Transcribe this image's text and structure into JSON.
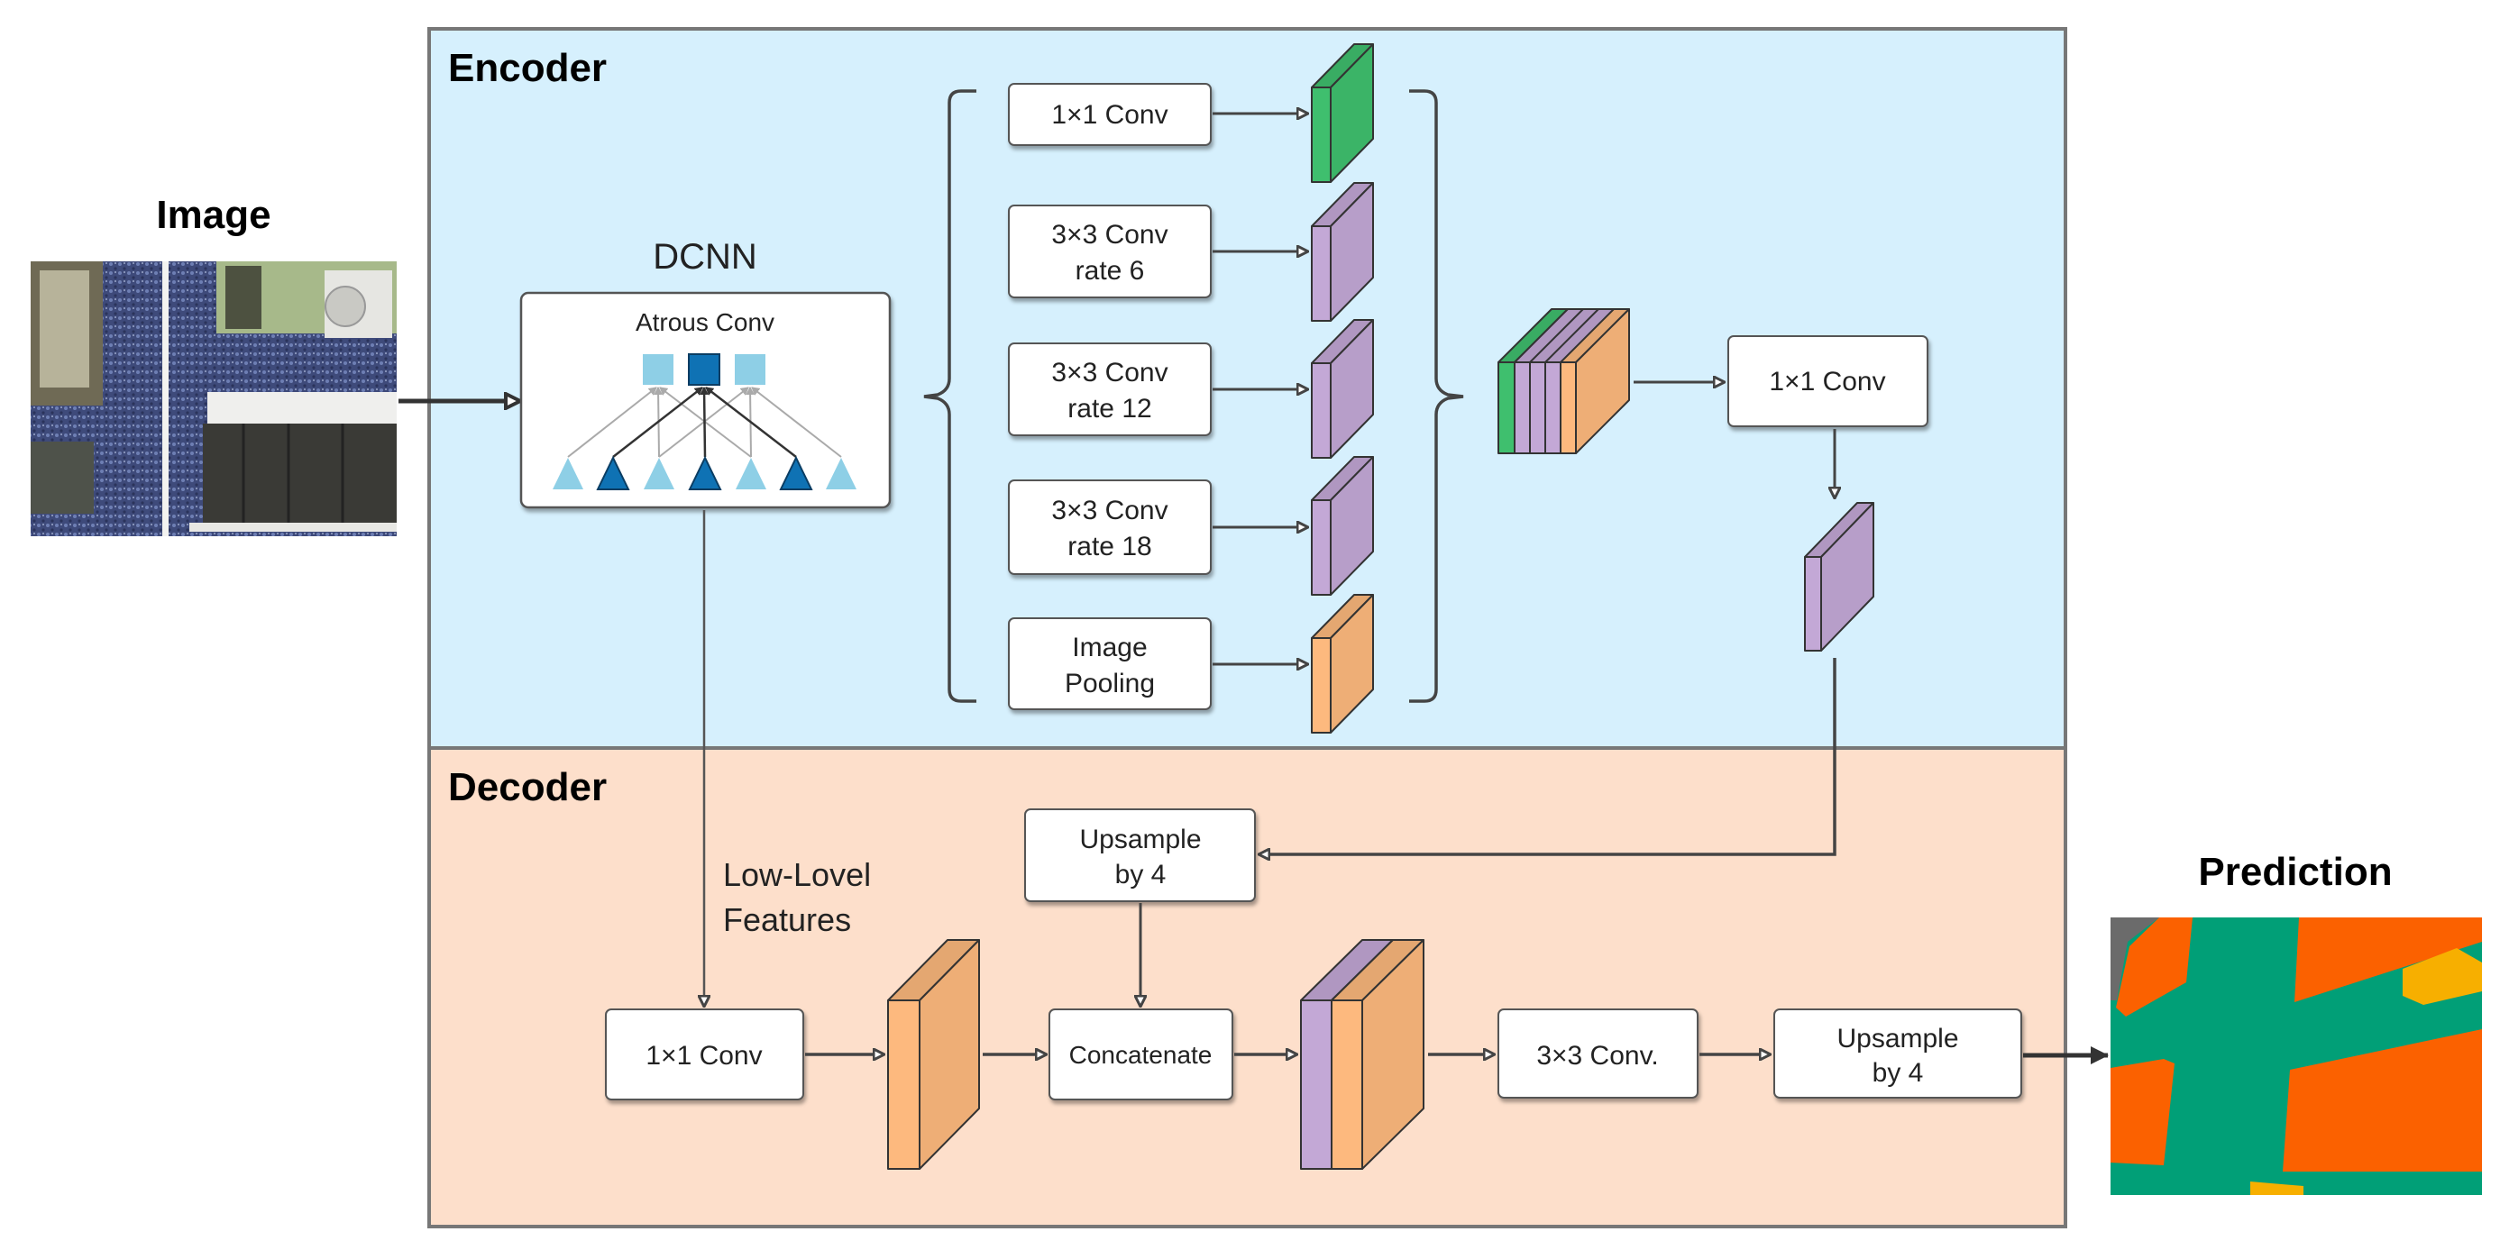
{
  "figure": {
    "input_title": "Image",
    "output_title": "Prediction",
    "encoder": {
      "label": "Encoder",
      "backbone_title": "DCNN",
      "backbone_inner": "Atrous Conv",
      "aspp_branches": [
        {
          "line1": "1×1 Conv",
          "line2": "",
          "feature_color": "green"
        },
        {
          "line1": "3×3 Conv",
          "line2": "rate 6",
          "feature_color": "purple"
        },
        {
          "line1": "3×3 Conv",
          "line2": "rate 12",
          "feature_color": "purple"
        },
        {
          "line1": "3×3 Conv",
          "line2": "rate 18",
          "feature_color": "purple"
        },
        {
          "line1": "Image",
          "line2": "Pooling",
          "feature_color": "orange"
        }
      ],
      "fuse_conv": "1×1 Conv"
    },
    "decoder": {
      "label": "Decoder",
      "low_level_line1": "Low-Lovel",
      "low_level_line2": "Features",
      "low_level_conv": "1×1 Conv",
      "upsample_a_line1": "Upsample",
      "upsample_a_line2": "by 4",
      "concat": "Concatenate",
      "conv3": "3×3 Conv.",
      "upsample_b_line1": "Upsample",
      "upsample_b_line2": "by 4"
    }
  },
  "colors": {
    "encoder_bg": "#d6f0fd",
    "decoder_bg": "#fddfcb",
    "green": "#3fbf6e",
    "purple": "#c3a8d6",
    "orange": "#fdb97e",
    "dcnn_light": "#8ecfe6",
    "dcnn_dark": "#0f72b4",
    "seg_green": "#019f77",
    "seg_orange": "#fb6100",
    "seg_yellow": "#f7af00",
    "seg_gray": "#6b6b6b"
  }
}
